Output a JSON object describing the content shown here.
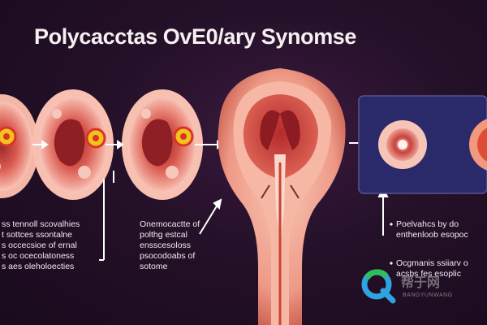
{
  "title": "Polycacctas OvE0/ary Synomse",
  "captions": {
    "left": [
      "ss tennoll scovalhies",
      "t sottces ssontalne",
      "s occecsioe of ernal",
      "s oc ocecolatoness",
      "s aes oleholoecties"
    ],
    "middle": [
      "Onemocactte of",
      "polthg estcal",
      "ensscesoloss",
      "psocodoabs of",
      "sotome"
    ],
    "right_top": [
      "Poelvahcs by do",
      "enthenloob esopoc"
    ],
    "right_bottom": [
      "Ocgmanis ssiiarv o",
      "acsbs fes esoplic"
    ]
  },
  "watermark": {
    "brand": "帮于网",
    "sub": "BANGYUNWANG"
  },
  "colors": {
    "background": "#1e0d22",
    "tissue": "#e9877d",
    "follicle": "#f2c31b",
    "arrow": "#ffffff",
    "panel": "#2a2a6a"
  }
}
